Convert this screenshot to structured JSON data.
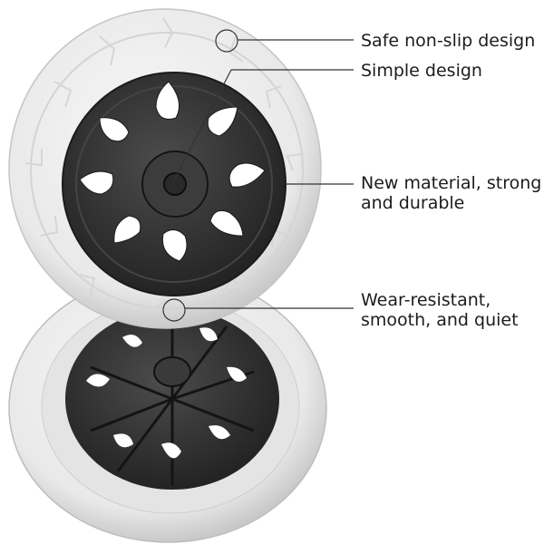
{
  "callouts": [
    {
      "lines": [
        "Safe non-slip design"
      ]
    },
    {
      "lines": [
        "Simple design"
      ]
    },
    {
      "lines": [
        "New material, strong",
        "and durable"
      ]
    },
    {
      "lines": [
        "Wear-resistant,",
        "smooth, and quiet"
      ]
    }
  ],
  "colors": {
    "background": "#ffffff",
    "tire": "#ebebeb",
    "tire_shadow": "#cfcfcf",
    "hub": "#2f2f2f",
    "hub_light": "#4a4a4a",
    "callout_line": "#333333",
    "text": "#1c1c1c"
  },
  "icons": [
    "callout-circle-icon"
  ]
}
